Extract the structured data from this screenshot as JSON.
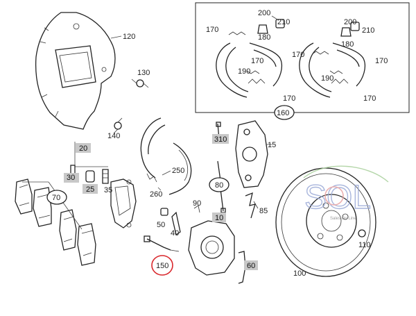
{
  "diagram": {
    "callouts": {
      "c120": "120",
      "c130": "130",
      "c140": "140",
      "c20": "20",
      "c30": "30",
      "c25": "25",
      "c35": "35",
      "c70": "70",
      "c250": "250",
      "c260": "260",
      "c310": "310",
      "c15": "15",
      "c80": "80",
      "c90": "90",
      "c10": "10",
      "c85": "85",
      "c50": "50",
      "c40": "40",
      "c150": "150",
      "c60": "60",
      "c100": "100",
      "c110": "110",
      "c160": "160",
      "c200a": "200",
      "c210a": "210",
      "c180a": "180",
      "c170a": "170",
      "c170b": "170",
      "c170c": "170",
      "c190a": "190",
      "c200b": "200",
      "c210b": "210",
      "c180b": "180",
      "c170d": "170",
      "c170e": "170",
      "c170f": "170",
      "c190b": "190"
    },
    "highlighted_part": "150",
    "highlight_color": "#d9262b",
    "boxed_label_color": "#c8c8c8"
  },
  "watermark": {
    "logo_text": "SOL",
    "tagline": "Sales On Line",
    "colors": [
      "#9aa9d6",
      "#e8a2a2",
      "#a7cf9a"
    ]
  }
}
